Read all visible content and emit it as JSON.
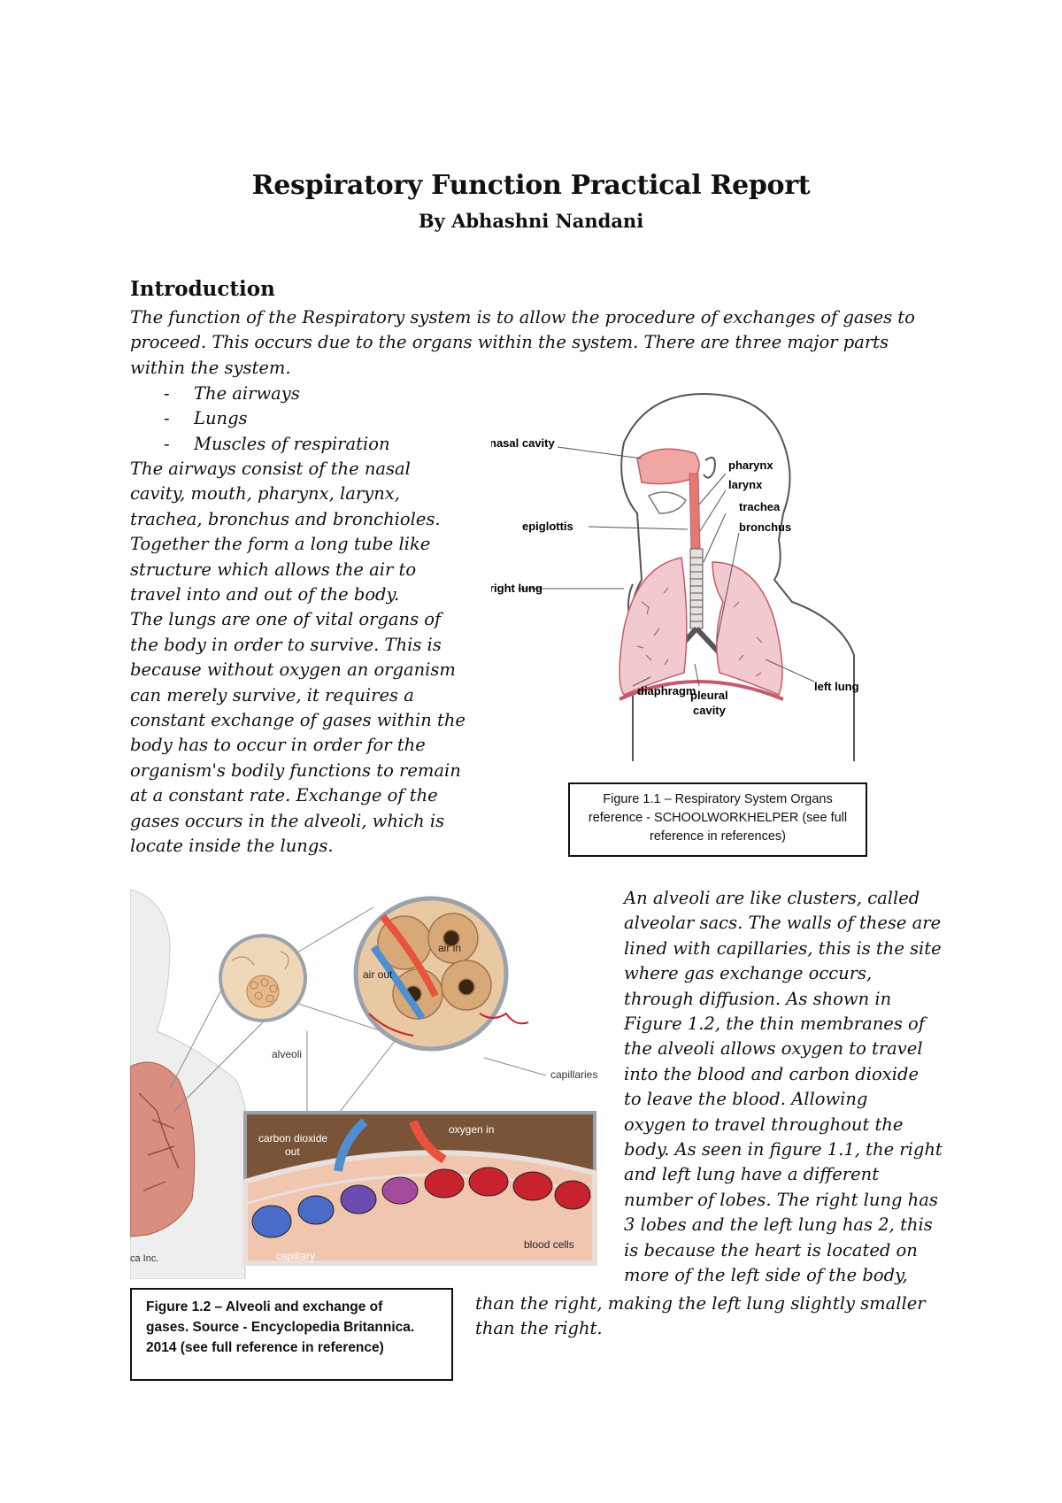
{
  "title": "Respiratory Function Practical Report",
  "author": "By Abhashni Nandani",
  "section_heading": "Introduction",
  "intro_paragraph": "The function of the Respiratory system is to allow the procedure of exchanges of gases to proceed. This occurs due to the organs within the system. There are three major parts within the system.",
  "bullets": [
    {
      "dash": "-",
      "text": "The airways"
    },
    {
      "dash": "-",
      "text": "Lungs"
    },
    {
      "dash": "-",
      "text": "Muscles of respiration"
    }
  ],
  "left_column_lines": [
    "The airways consist of the nasal",
    "cavity, mouth, pharynx, larynx,",
    "trachea, bronchus and bronchioles.",
    "Together the form a long tube like",
    "structure which allows the air to",
    "travel into and out of the body.",
    "The lungs are one of vital organs of",
    "the body in order to survive. This is",
    "because without oxygen an organism",
    "can merely survive, it requires a",
    "constant exchange of gases within the",
    "body has to occur in order for the",
    "organism's bodily functions to remain",
    "at a constant rate. Exchange of the",
    "gases occurs in the alveoli, which is",
    "locate inside the lungs."
  ],
  "right_column_lines": [
    "An alveoli are like clusters, called",
    "alveolar sacs. The walls of these are",
    "lined with capillaries, this is the site",
    "where gas exchange occurs,",
    "through diffusion.  As shown in",
    "Figure 1.2, the thin membranes of",
    "the alveoli allows oxygen to travel",
    "into the blood and carbon dioxide",
    "to leave the blood.  Allowing",
    "oxygen to travel throughout the",
    "body. As seen in figure 1.1, the right",
    "and left lung have a different",
    "number of lobes. The right lung has",
    "3 lobes and the left lung has 2, this",
    "is because the heart is located on",
    "more of the left side of the body,"
  ],
  "tail_lines": [
    "than the right, making the left lung slightly smaller",
    "than the right."
  ],
  "figure1": {
    "labels": {
      "nasal_cavity": "nasal cavity",
      "pharynx": "pharynx",
      "larynx": "larynx",
      "trachea": "trachea",
      "bronchus": "bronchus",
      "epiglottis": "epiglottis",
      "right_lung": "right lung",
      "left_lung": "left lung",
      "diaphragm": "diaphragm",
      "pleural": "pleural",
      "cavity": "cavity"
    },
    "caption_lines": [
      "Figure 1.1 – Respiratory System Organs",
      "reference - SCHOOLWORKHELPER (see full",
      "reference in references)"
    ]
  },
  "figure2": {
    "labels": {
      "air_in": "air in",
      "air_out": "air out",
      "alveoli": "alveoli",
      "capillaries": "capillaries",
      "carbon_dioxide": "carbon dioxide",
      "out": "out",
      "oxygen_in": "oxygen in",
      "blood_cells": "blood cells",
      "capillary": "capillary",
      "credit": "ca Inc."
    },
    "caption_lines": [
      "Figure 1.2 – Alveoli and exchange of",
      "gases. Source - Encyclopedia Britannica.",
      "2014  (see full reference in reference)"
    ]
  },
  "colors": {
    "text": "#111111",
    "lung_fill": "#f2c9cf",
    "lung_stroke": "#c55a6a",
    "airway_red": "#e27a72",
    "tissue_tan": "#e7b98a",
    "blood_red": "#c8232c",
    "blood_blue": "#4a6cc8",
    "arrow_red": "#e8533d",
    "arrow_blue": "#4d8fd0"
  }
}
